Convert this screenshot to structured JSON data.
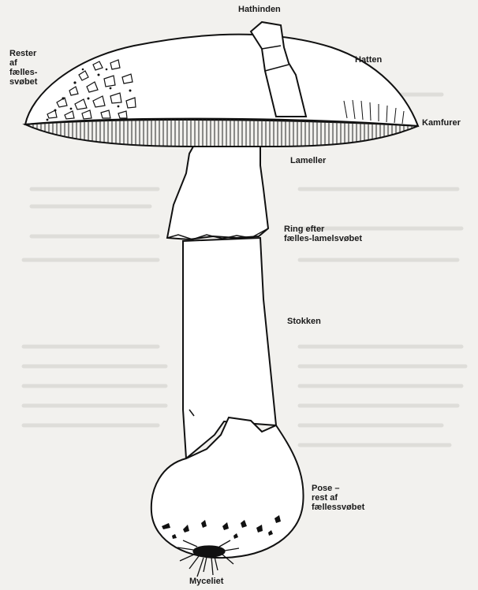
{
  "labels": {
    "hathinden": "Hathinden",
    "rester": "Rester\naf\nfælles-\nsvøbet",
    "hatten": "Hatten",
    "kamfurer": "Kamfurer",
    "lameller": "Lameller",
    "ring": "Ring efter\nfælles-lamelsvøbet",
    "stokken": "Stokken",
    "pose": "Pose –\nrest af\nfællessvøbet",
    "myceliet": "Myceliet"
  }
}
